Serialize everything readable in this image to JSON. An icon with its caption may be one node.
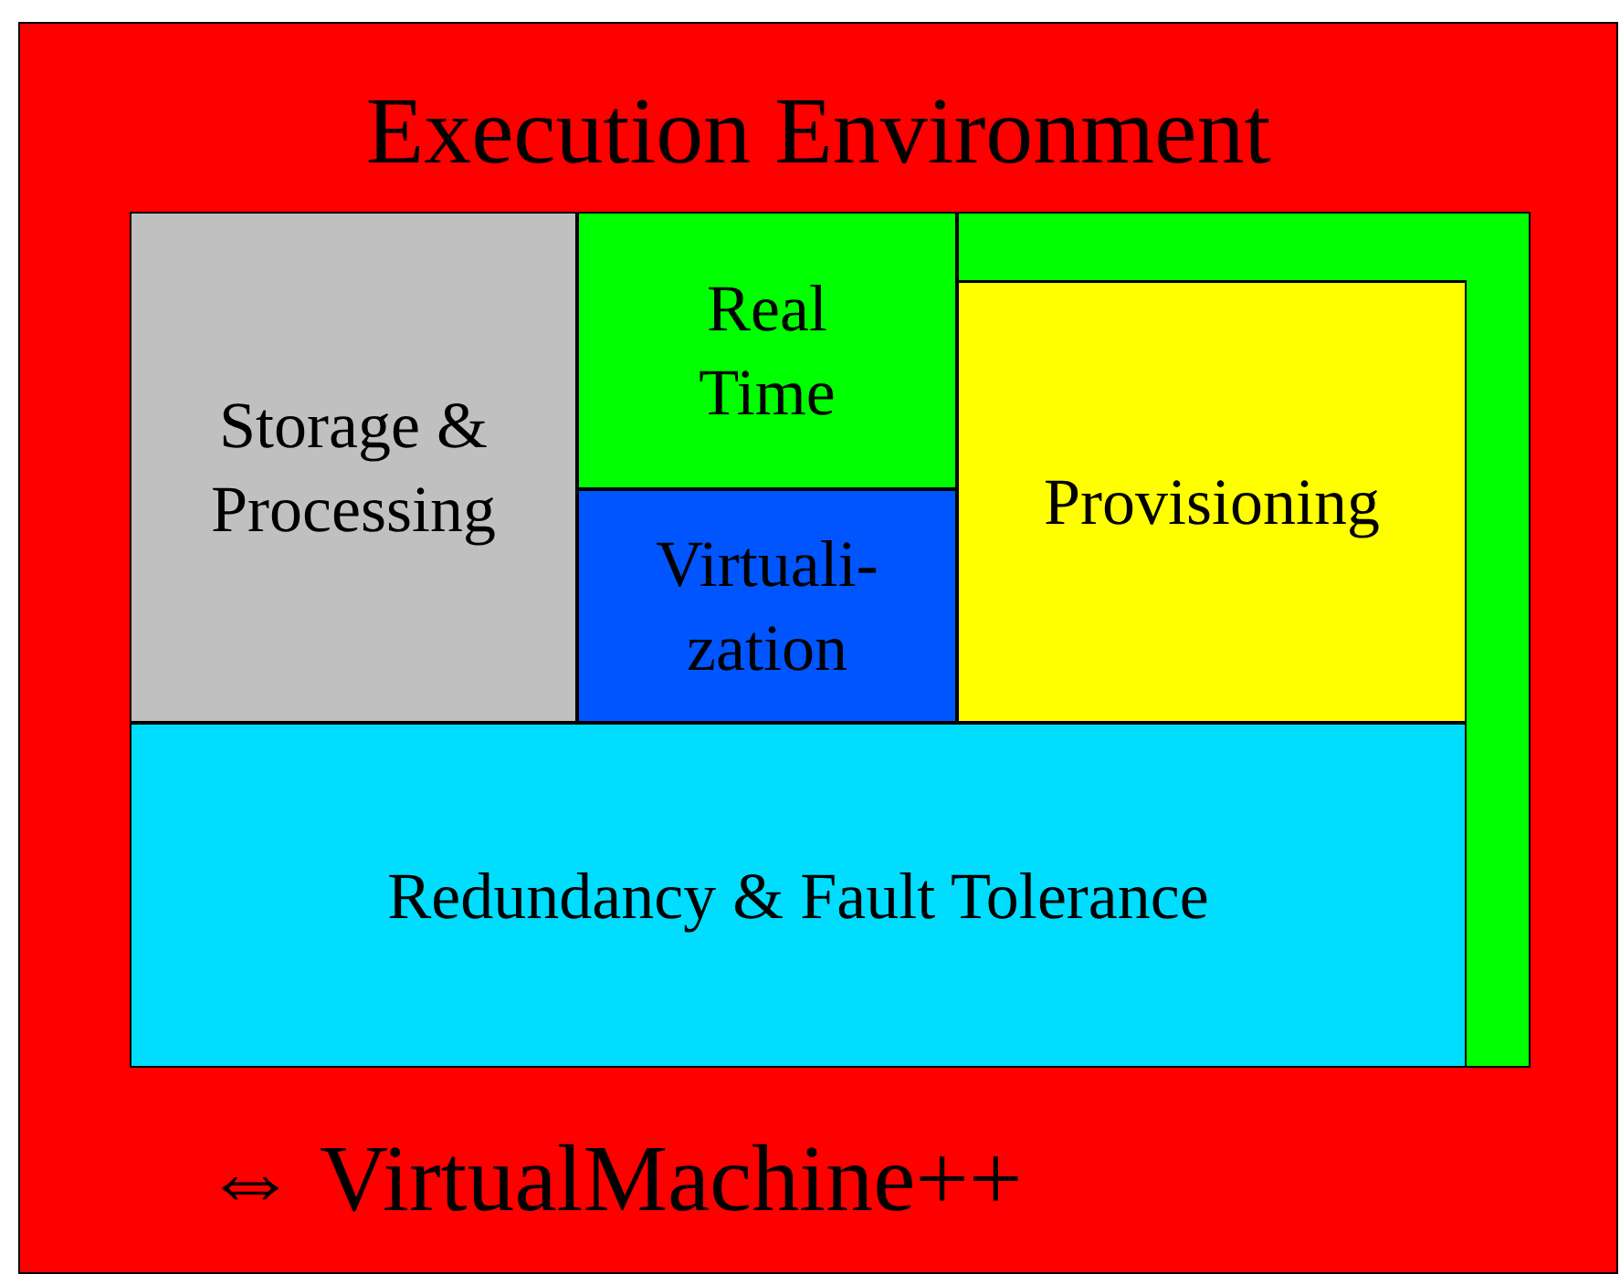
{
  "diagram": {
    "nodes": [
      {
        "text": [
          "Execution Environment",
          "⇔ VirtualMachine++"
        ]
      },
      {
        "text": [
          "Storage & Processing"
        ],
        "in": 0
      },
      {
        "text": [
          "Real Time"
        ],
        "in": 0
      },
      {
        "text": [],
        "shape": "box",
        "in": 0
      },
      {
        "text": [
          "Provisioning"
        ],
        "in": 0
      },
      {
        "text": [
          "Virtuali- zation"
        ],
        "in": 0
      },
      {
        "text": [
          "Redundancy & Fault Tolerance"
        ],
        "in": 0
      }
    ],
    "edges": []
  }
}
